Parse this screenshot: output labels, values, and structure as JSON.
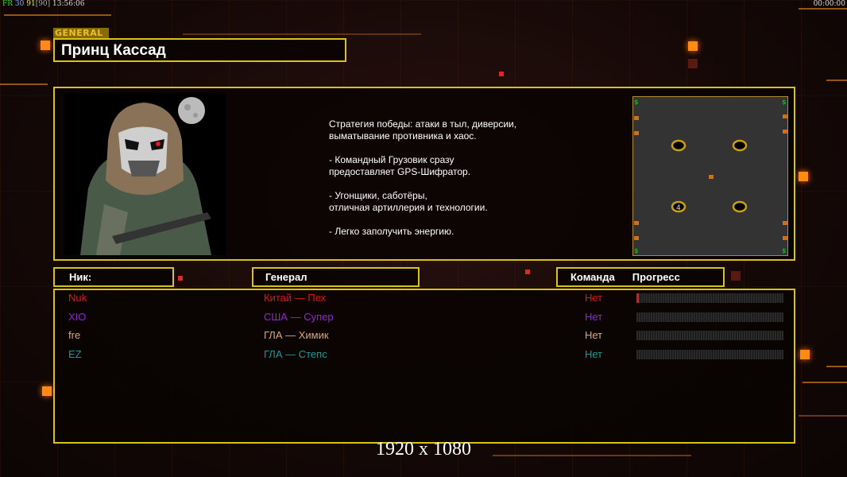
{
  "status": {
    "fps_label": "FR",
    "v1": "30",
    "v2": "91",
    "v3": "[90]",
    "time": "13:56:06",
    "timer": "00:00:00"
  },
  "general_label": "GENERAL",
  "general_name": "Принц Кассад",
  "description": "Стратегия победы: атаки в тыл, диверсии,\n выматывание противника и хаос.\n\n- Командный Грузовик сразу\nпредоставляет GPS-Шифратор.\n\n- Угонщики, саботёры,\nотличная артиллерия и технологии.\n\n- Легко заполучить энергию.",
  "minimap": {
    "player_slot_label": "4"
  },
  "headers": {
    "nick": "Ник:",
    "general": "Генерал",
    "team": "Команда",
    "progress": "Прогресс"
  },
  "players": [
    {
      "nick": "Nuk",
      "general": "Китай — Пех",
      "team": "Нет",
      "color": "#e01818",
      "progress": 0.01
    },
    {
      "nick": "XIO",
      "general": "США — Супер",
      "team": "Нет",
      "color": "#8a2ad0",
      "progress": 0
    },
    {
      "nick": "fre",
      "general": "ГЛА — Химик",
      "team": "Нет",
      "color": "#d8a878",
      "progress": 0
    },
    {
      "nick": "EZ",
      "general": "ГЛА — Степс",
      "team": "Нет",
      "color": "#1a9a9a",
      "progress": 0
    }
  ],
  "footer": "1920 x 1080"
}
